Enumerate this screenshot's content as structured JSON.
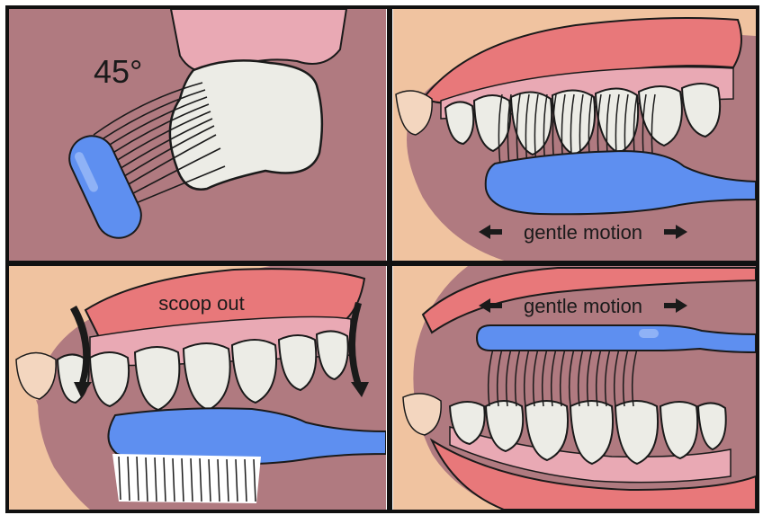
{
  "panels": [
    {
      "id": "top-left",
      "label": "45°"
    },
    {
      "id": "top-right",
      "label": "gentle motion"
    },
    {
      "id": "bottom-left",
      "label": "scoop out"
    },
    {
      "id": "bottom-right",
      "label": "gentle motion"
    }
  ],
  "colors": {
    "background": "#b07a80",
    "outline": "#1a1a1a",
    "gum": "#e9a9b4",
    "lip": "#e8787a",
    "skin": "#f0c3a0",
    "tooth": "#ecece6",
    "brush": "#5e8ff0",
    "brush_highlight": "#8fb2f6"
  }
}
